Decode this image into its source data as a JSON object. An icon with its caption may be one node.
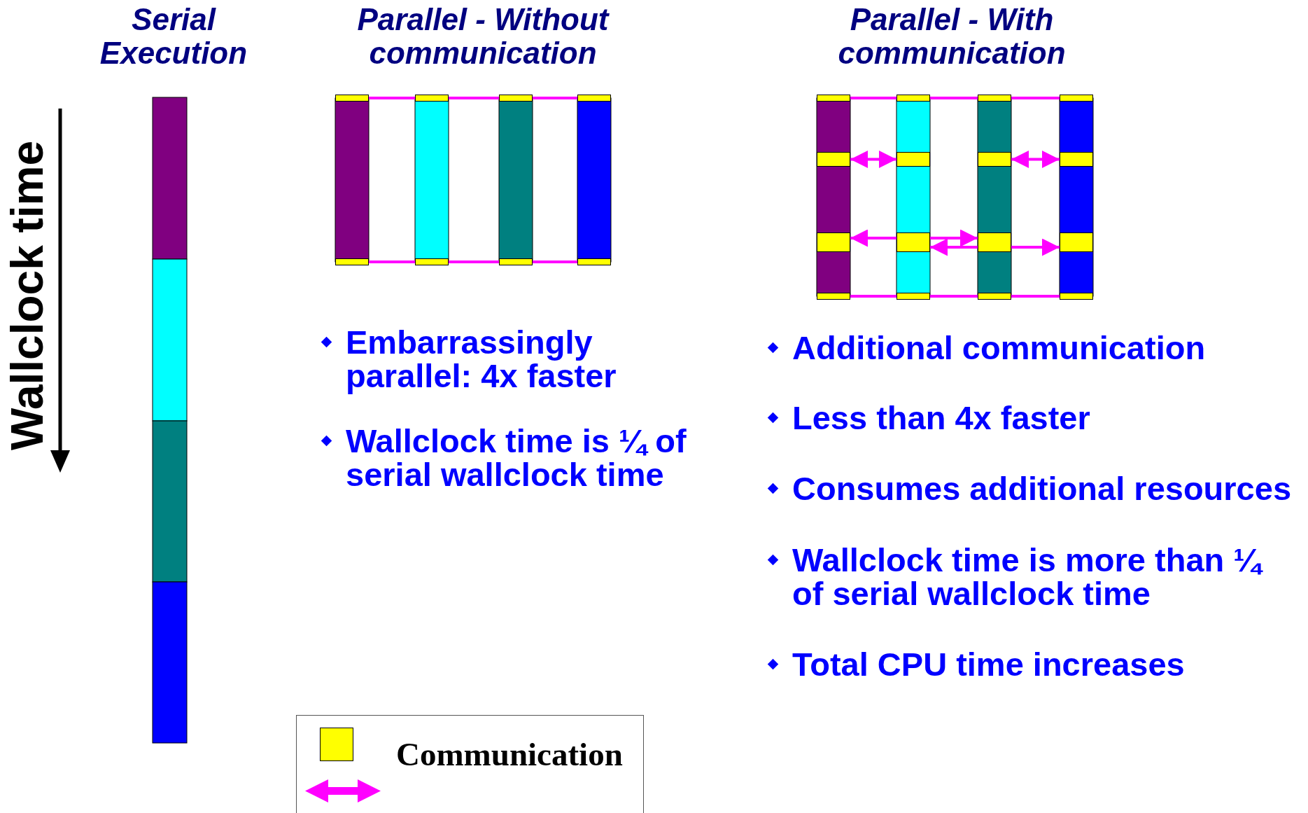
{
  "diagram": {
    "nodes": [
      {
        "text": [],
        "shape": "box"
      },
      {
        "text": [],
        "shape": "box"
      },
      {
        "text": [],
        "shape": "box"
      },
      {
        "text": [],
        "shape": "box"
      },
      {
        "text": [],
        "shape": "box"
      },
      {
        "text": [],
        "shape": "box"
      },
      {
        "text": [],
        "shape": "box"
      },
      {
        "text": [],
        "shape": "box"
      },
      {
        "text": [],
        "shape": "box"
      },
      {
        "text": [],
        "shape": "box"
      },
      {
        "text": [],
        "shape": "box"
      },
      {
        "text": [],
        "shape": "box"
      },
      {
        "text": [],
        "shape": "box"
      },
      {
        "text": [],
        "shape": "box"
      },
      {
        "text": [],
        "shape": "box"
      },
      {
        "text": [],
        "shape": "box"
      },
      {
        "text": [],
        "shape": "box"
      },
      {
        "text": [],
        "shape": "box"
      },
      {
        "text": [],
        "shape": "box"
      },
      {
        "text": [],
        "shape": "box"
      },
      {
        "text": [],
        "shape": "box"
      },
      {
        "text": [],
        "shape": "box"
      },
      {
        "text": [],
        "shape": "box"
      },
      {
        "text": [],
        "shape": "box"
      }
    ],
    "edges": [
      {
        "from": 0,
        "to": 1,
        "arrow": "none"
      },
      {
        "from": 1,
        "to": 2,
        "arrow": "none"
      },
      {
        "from": 2,
        "to": 3,
        "arrow": "none"
      },
      {
        "from": 4,
        "to": 5,
        "arrow": "none"
      },
      {
        "from": 5,
        "to": 6,
        "arrow": "none"
      },
      {
        "from": 6,
        "to": 7,
        "arrow": "none"
      },
      {
        "from": 8,
        "to": 9,
        "arrow": "none"
      },
      {
        "from": 9,
        "to": 10,
        "arrow": "none"
      },
      {
        "from": 10,
        "to": 11,
        "arrow": "none"
      },
      {
        "from": 12,
        "to": 13,
        "arrow": "both"
      },
      {
        "from": 14,
        "to": 15,
        "arrow": "both"
      },
      {
        "from": 17,
        "to": 16,
        "arrow": "to"
      },
      {
        "from": 17,
        "to": 18,
        "arrow": "to"
      },
      {
        "from": 18,
        "to": 17,
        "arrow": "to"
      },
      {
        "from": 18,
        "to": 19,
        "arrow": "to"
      },
      {
        "from": 20,
        "to": 21,
        "arrow": "none"
      },
      {
        "from": 21,
        "to": 22,
        "arrow": "none"
      },
      {
        "from": 22,
        "to": 23,
        "arrow": "none"
      }
    ],
    "labels": [
      "Serial Execution",
      "Parallel - Without communication",
      "Parallel - With communication",
      "Wallclock time",
      "Embarrassingly parallel: 4x faster",
      "Wallclock time is ¼ of serial wallclock time",
      "Additional communication",
      "Less than 4x faster",
      "Consumes additional resources",
      "Wallclock time is more than ¼ of serial wallclock time",
      "Total CPU time increases"
    ],
    "legend": [
      {
        "text": "Communication",
        "color": "#ffff00"
      }
    ]
  }
}
